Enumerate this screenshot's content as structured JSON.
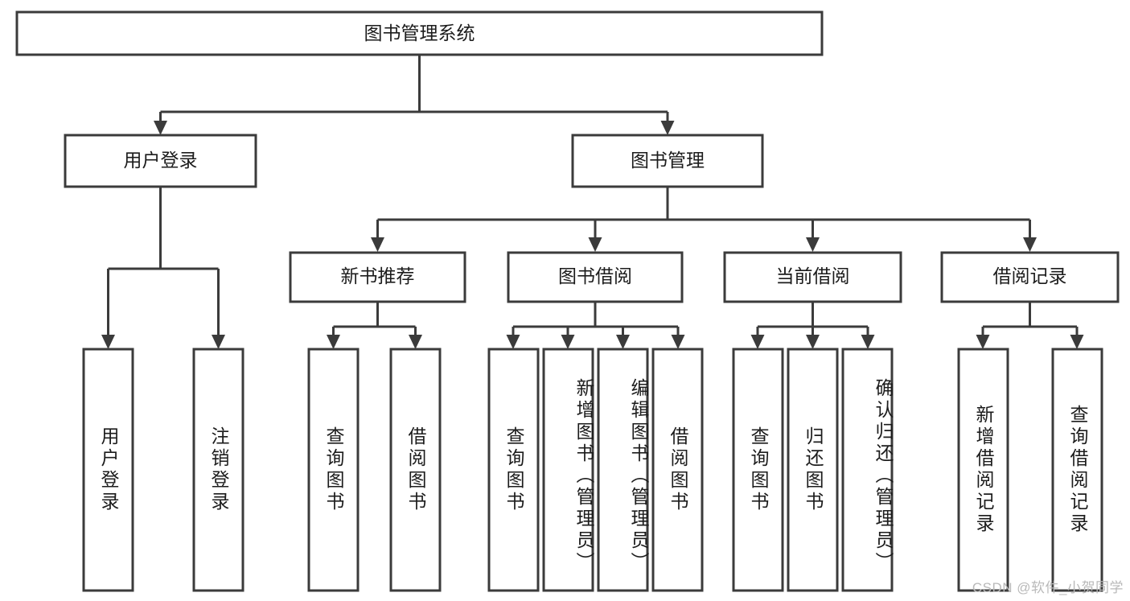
{
  "diagram": {
    "type": "tree-hierarchy",
    "title": "图书管理系统",
    "watermark": "CSDN @软件_小贺同学",
    "colors": {
      "stroke": "#3b3b3b",
      "fill": "#ffffff",
      "text": "#1c1c1c",
      "watermark": "#b9b9b9",
      "background": "#ffffff"
    },
    "levels": [
      {
        "level": 1,
        "nodes": [
          {
            "id": "root",
            "label": "图书管理系统",
            "orientation": "horizontal"
          }
        ]
      },
      {
        "level": 2,
        "nodes": [
          {
            "id": "user-login",
            "label": "用户登录",
            "orientation": "horizontal",
            "parent": "root"
          },
          {
            "id": "book-manage",
            "label": "图书管理",
            "orientation": "horizontal",
            "parent": "root"
          }
        ]
      },
      {
        "level": 3,
        "nodes": [
          {
            "id": "new-book-recommend",
            "label": "新书推荐",
            "orientation": "horizontal",
            "parent": "book-manage"
          },
          {
            "id": "book-borrow",
            "label": "图书借阅",
            "orientation": "horizontal",
            "parent": "book-manage"
          },
          {
            "id": "current-borrow",
            "label": "当前借阅",
            "orientation": "horizontal",
            "parent": "book-manage"
          },
          {
            "id": "borrow-record",
            "label": "借阅记录",
            "orientation": "horizontal",
            "parent": "book-manage"
          }
        ]
      },
      {
        "level": 4,
        "nodes": [
          {
            "id": "leaf-user-login",
            "label": "用户登录",
            "orientation": "vertical",
            "parent": "user-login"
          },
          {
            "id": "leaf-logout-login",
            "label": "注销登录",
            "orientation": "vertical",
            "parent": "user-login"
          },
          {
            "id": "leaf-query-book-1",
            "label": "查询图书",
            "orientation": "vertical",
            "parent": "new-book-recommend"
          },
          {
            "id": "leaf-borrow-book-1",
            "label": "借阅图书",
            "orientation": "vertical",
            "parent": "new-book-recommend"
          },
          {
            "id": "leaf-query-book-2",
            "label": "查询图书",
            "orientation": "vertical",
            "parent": "book-borrow"
          },
          {
            "id": "leaf-add-book",
            "label": "新增图书（管理员）",
            "orientation": "vertical",
            "parent": "book-borrow"
          },
          {
            "id": "leaf-edit-book",
            "label": "编辑图书（管理员）",
            "orientation": "vertical",
            "parent": "book-borrow"
          },
          {
            "id": "leaf-borrow-book-2",
            "label": "借阅图书",
            "orientation": "vertical",
            "parent": "book-borrow"
          },
          {
            "id": "leaf-query-book-3",
            "label": "查询图书",
            "orientation": "vertical",
            "parent": "current-borrow"
          },
          {
            "id": "leaf-return-book",
            "label": "归还图书",
            "orientation": "vertical",
            "parent": "current-borrow"
          },
          {
            "id": "leaf-confirm-return",
            "label": "确认归还（管理员）",
            "orientation": "vertical",
            "parent": "current-borrow"
          },
          {
            "id": "leaf-add-record",
            "label": "新增借阅记录",
            "orientation": "vertical",
            "parent": "borrow-record"
          },
          {
            "id": "leaf-query-record",
            "label": "查询借阅记录",
            "orientation": "vertical",
            "parent": "borrow-record"
          }
        ]
      }
    ],
    "edges": [
      {
        "from": "root",
        "to": "user-login"
      },
      {
        "from": "root",
        "to": "book-manage"
      },
      {
        "from": "book-manage",
        "to": "new-book-recommend"
      },
      {
        "from": "book-manage",
        "to": "book-borrow"
      },
      {
        "from": "book-manage",
        "to": "current-borrow"
      },
      {
        "from": "book-manage",
        "to": "borrow-record"
      },
      {
        "from": "user-login",
        "to": "leaf-user-login"
      },
      {
        "from": "user-login",
        "to": "leaf-logout-login"
      },
      {
        "from": "new-book-recommend",
        "to": "leaf-query-book-1"
      },
      {
        "from": "new-book-recommend",
        "to": "leaf-borrow-book-1"
      },
      {
        "from": "book-borrow",
        "to": "leaf-query-book-2"
      },
      {
        "from": "book-borrow",
        "to": "leaf-add-book"
      },
      {
        "from": "book-borrow",
        "to": "leaf-edit-book"
      },
      {
        "from": "book-borrow",
        "to": "leaf-borrow-book-2"
      },
      {
        "from": "current-borrow",
        "to": "leaf-query-book-3"
      },
      {
        "from": "current-borrow",
        "to": "leaf-return-book"
      },
      {
        "from": "current-borrow",
        "to": "leaf-confirm-return"
      },
      {
        "from": "borrow-record",
        "to": "leaf-add-record"
      },
      {
        "from": "borrow-record",
        "to": "leaf-query-record"
      }
    ]
  }
}
